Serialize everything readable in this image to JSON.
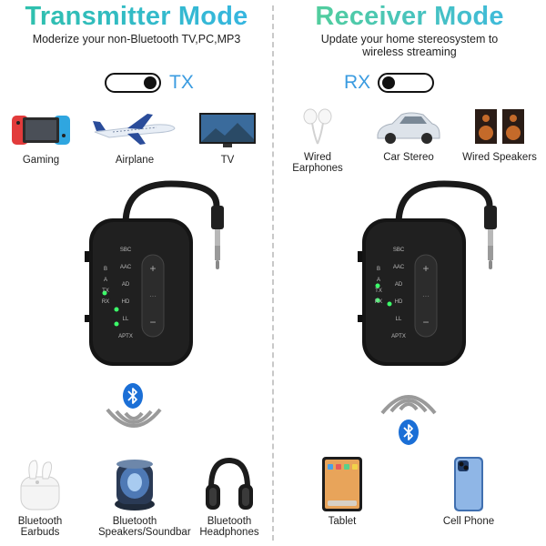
{
  "transmitter": {
    "title": "Transmitter Mode",
    "subtitle": "Moderize your non-Bluetooth TV,PC,MP3",
    "mode_tag": "TX",
    "sources": [
      {
        "icon": "game-console-icon",
        "label": "Gaming"
      },
      {
        "icon": "airplane-icon",
        "label": "Airplane"
      },
      {
        "icon": "tv-icon",
        "label": "TV"
      }
    ],
    "targets": [
      {
        "icon": "earbuds-icon",
        "label": "Bluetooth Earbuds"
      },
      {
        "icon": "speaker-icon",
        "label": "Bluetooth Speakers/Soundbar"
      },
      {
        "icon": "headphones-icon",
        "label": "Bluetooth Headphones"
      }
    ]
  },
  "receiver": {
    "title": "Receiver Mode",
    "subtitle": "Update your home stereosystem to wireless streaming",
    "mode_tag": "RX",
    "targets": [
      {
        "icon": "wired-earphones-icon",
        "label": "Wired Earphones"
      },
      {
        "icon": "car-stereo-icon",
        "label": "Car Stereo"
      },
      {
        "icon": "wired-speakers-icon",
        "label": "Wired Speakers"
      }
    ],
    "sources": [
      {
        "icon": "tablet-icon",
        "label": "Tablet"
      },
      {
        "icon": "cell-phone-icon",
        "label": "Cell Phone"
      }
    ]
  },
  "device_labels": {
    "left_col": [
      "B",
      "A",
      "TX",
      "RX"
    ],
    "mid_col": [
      "SBC",
      "AAC",
      "AD",
      "HD",
      "LL",
      "APTX"
    ]
  },
  "colors": {
    "title_gradient_start": "#2ec1a7",
    "title_gradient_end": "#37b5e6",
    "mode_tag": "#3a9be0",
    "bluetooth": "#1b6fd6",
    "led": "#3cff6a"
  }
}
